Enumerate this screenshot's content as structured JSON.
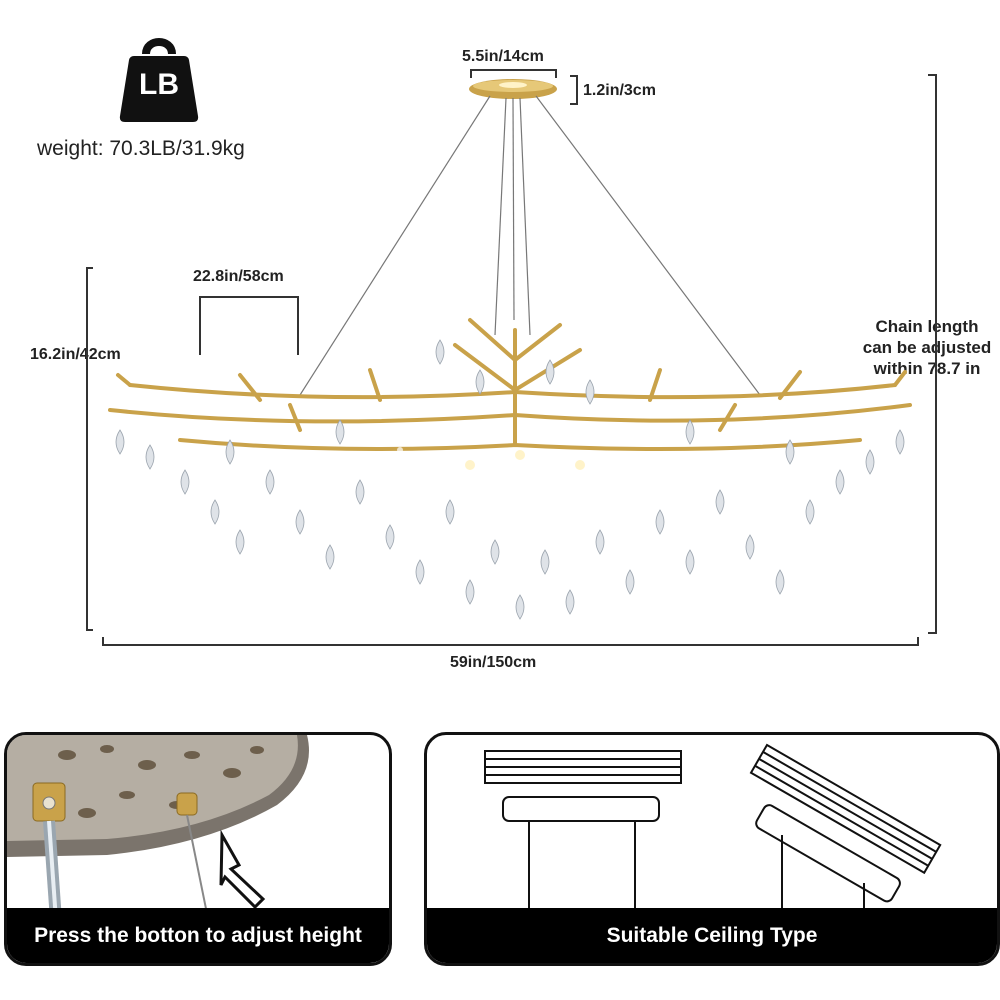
{
  "weight": {
    "badge": "LB",
    "text": "weight: 70.3LB/31.9kg"
  },
  "dimensions": {
    "canopy_diameter": "5.5in/14cm",
    "canopy_height": "1.2in/3cm",
    "branch_span": "22.8in/58cm",
    "body_height": "16.2in/42cm",
    "total_width": "59in/150cm",
    "chain_line1": "Chain length",
    "chain_line2": "can be adjusted",
    "chain_line3": "within 78.7 in"
  },
  "panels": {
    "left_caption": "Press the botton to adjust height",
    "right_caption": "Suitable Ceiling Type"
  },
  "colors": {
    "gold": "#c9a24a",
    "crystal": "#dfe3e8",
    "line": "#333333",
    "banner": "#000000"
  }
}
